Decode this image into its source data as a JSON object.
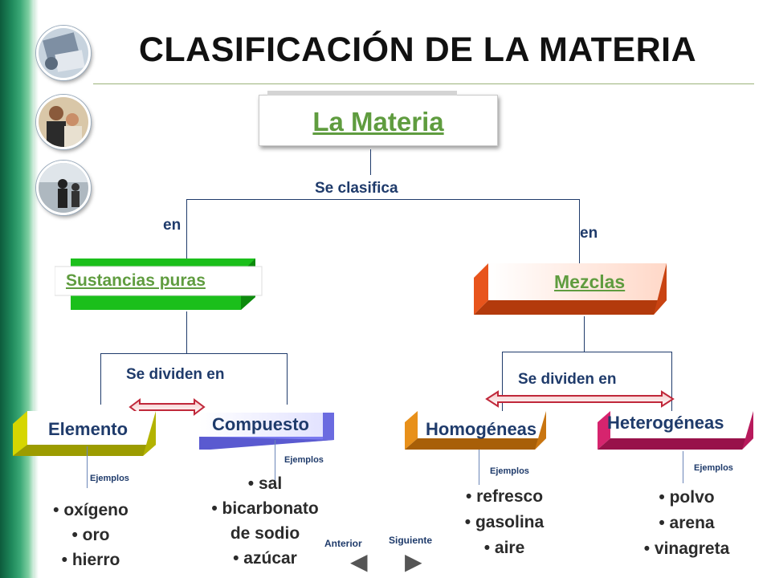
{
  "title": "CLASIFICACIÓN DE LA MATERIA",
  "root": "La Materia",
  "labels": {
    "se_clasifica": "Se clasifica",
    "en_left": "en",
    "en_right": "en",
    "se_dividen_left": "Se dividen en",
    "se_dividen_right": "Se dividen en",
    "ejemplos": "Ejemplos"
  },
  "categories": {
    "sustancias_puras": "Sustancias puras",
    "mezclas": "Mezclas"
  },
  "types": {
    "elemento": "Elemento",
    "compuesto": "Compuesto",
    "homogeneas": "Homogéneas",
    "heterogeneas": "Heterogéneas"
  },
  "examples": {
    "elemento": [
      "• oxígeno",
      "• oro",
      "• hierro"
    ],
    "compuesto": [
      "• sal",
      "• bicarbonato",
      "de sodio",
      "• azúcar"
    ],
    "homogeneas": [
      "• refresco",
      "• gasolina",
      "• aire"
    ],
    "heterogeneas": [
      "• polvo",
      "• arena",
      "• vinagreta"
    ]
  },
  "nav": {
    "prev_label": "Anterior",
    "next_label": "Siguiente",
    "prev_icon": "◀",
    "next_icon": "▶"
  },
  "colors": {
    "link_green": "#5f9c3f",
    "sustancias": "#1fcf1f",
    "mezclas": "#e8541c",
    "elemento": "#d6d600",
    "compuesto": "#7a7af0",
    "homogeneas": "#e8901a",
    "heterogeneas": "#d6246e"
  }
}
